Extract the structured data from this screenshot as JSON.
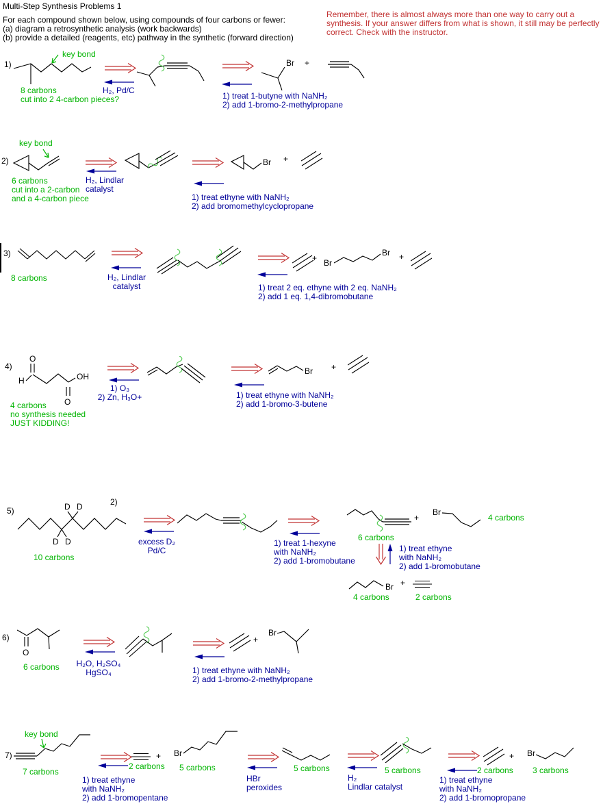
{
  "header": {
    "title": "Multi-Step Synthesis Problems 1",
    "instructions": "For each compound shown below, using compounds of four carbons or fewer:\n(a) diagram a retrosynthetic analysis (work backwards)\n(b) provide a detailed (reagents, etc) pathway in the synthetic (forward direction)",
    "note": "Remember, there is almost always more than one way to carry out a\nsynthesis.  If your answer differs from what is shown, it still may be perfectly\ncorrect.  Check with the instructor."
  },
  "labels": {
    "plus": "+",
    "br": "Br",
    "o": "O",
    "oh": "OH",
    "h": "H",
    "d": "D"
  },
  "colors": {
    "red": "#c23333",
    "blue": "#000099",
    "green": "#00b400",
    "squiggle": "#55cc55"
  },
  "p1": {
    "num": "1)",
    "key_bond": "key bond",
    "note": "8 carbons\ncut into 2 4-carbon pieces?",
    "reagents": "H₂, Pd/C",
    "steps": "1) treat 1-butyne with NaNH₂\n2) add 1-bromo-2-methylpropane"
  },
  "p2": {
    "num": "2)",
    "key_bond": "key bond",
    "note": "6 carbons\ncut into a 2-carbon\nand a 4-carbon piece",
    "reagents": "H₂, Lindlar\ncatalyst",
    "steps": "1) treat ethyne with NaNH₂\n2) add bromomethylcyclopropane"
  },
  "p3": {
    "num": "3)",
    "note": "8 carbons",
    "reagents": "H₂, Lindlar\ncatalyst",
    "steps": "1) treat 2 eq. ethyne with 2 eq. NaNH₂\n2) add 1 eq. 1,4-dibromobutane"
  },
  "p4": {
    "num": "4)",
    "note": "4 carbons\nno synthesis needed\nJUST KIDDING!",
    "reagents": "1) O₃\n2) Zn, H₃O+",
    "steps": "1) treat ethyne with NaNH₂\n2) add 1-bromo-3-butene"
  },
  "p5": {
    "num": "5)",
    "stray": "2)",
    "note": "10 carbons",
    "reagents": "excess D₂\nPd/C",
    "steps1": "1) treat 1-hexyne\nwith NaNH₂\n2) add 1-bromobutane",
    "c6": "6 carbons",
    "c4a": "4 carbons",
    "steps2": "1) treat ethyne\nwith NaNH₂\n2) add 1-bromobutane",
    "c4b": "4 carbons",
    "c2": "2 carbons"
  },
  "p6": {
    "num": "6)",
    "note": "6 carbons",
    "reagents": "H₂O, H₂SO₄\nHgSO₄",
    "steps": "1) treat ethyne with NaNH₂\n2) add 1-bromo-2-methylpropane"
  },
  "p7": {
    "num": "7)",
    "key_bond": "key bond",
    "note": "7 carbons",
    "c2a": "2 carbons",
    "c5a": "5 carbons",
    "steps1": "1) treat ethyne\nwith NaNH₂\n2) add 1-bromopentane",
    "hbr": "HBr\nperoxides",
    "c5b": "5 carbons",
    "h2": "H₂\nLindlar catalyst",
    "c5c": "5 carbons",
    "steps2": "1) treat ethyne\nwith NaNH₂\n2) add 1-bromopropane",
    "c2b": "2 carbons",
    "c3": "3 carbons"
  }
}
